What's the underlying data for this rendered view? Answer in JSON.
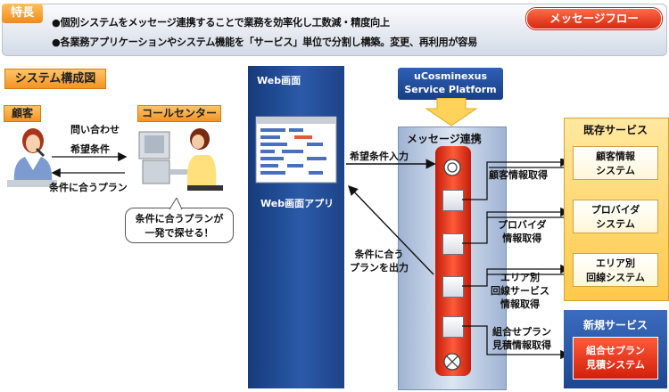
{
  "features": {
    "tag": "特長",
    "bullet1": "●個別システムをメッセージ連携することで業務を効率化し工数減・精度向上",
    "bullet2": "●各業務アプリケーションやシステム機能を「サービス」単位で分割し構築。変更、再利用が容易",
    "flow_label": "メッセージフロー"
  },
  "system_tag": "システム構成図",
  "customer": {
    "tag": "顧客",
    "inquiry": "問い合わせ",
    "conditions": "希望条件",
    "plan_reply": "条件に合うプラン"
  },
  "call_center": {
    "tag": "コールセンター",
    "bubble_line1": "条件に合うプランが",
    "bubble_line2": "一発で探せる！"
  },
  "web": {
    "title": "Web画面",
    "app_label": "Web画面アプリ",
    "input_label": "希望条件入力",
    "output_line1": "条件に合う",
    "output_line2": "プランを出力"
  },
  "platform": {
    "line1": "uCosminexus",
    "line2": "Service Platform",
    "message_label": "メッセージ連携"
  },
  "flow_steps": [
    "顧客情報取得",
    "プロバイダ\n情報取得",
    "エリア別\n回線サービス\n情報取得",
    "組合せプラン\n見積情報取得"
  ],
  "existing_services": {
    "title": "既存サービス",
    "items": [
      "顧客情報\nシステム",
      "プロバイダ\nシステム",
      "エリア別\n回線システム"
    ]
  },
  "new_services": {
    "title": "新規サービス",
    "item": "組合せプラン\n見積システム"
  },
  "colors": {
    "accent_orange": "#f29424",
    "flow_red": "#d8280e",
    "panel_blue": "#1d4488"
  }
}
